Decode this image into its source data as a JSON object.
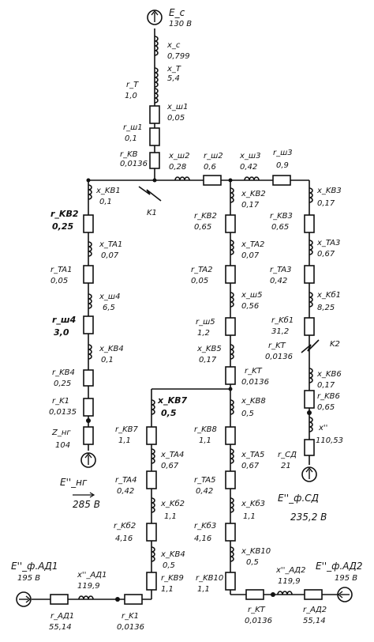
{
  "diagram": {
    "source_top": {
      "name": "E_c",
      "value": "130 B"
    },
    "labels": {
      "x_c": {
        "name": "x_c",
        "value": "0,799"
      },
      "x_t": {
        "name": "x_T",
        "value": "5,4"
      },
      "r_t": {
        "name": "r_T",
        "value": "1,0"
      },
      "x_sh1": {
        "name": "x_ш1",
        "value": "0,05"
      },
      "r_sh1": {
        "name": "r_ш1",
        "value": "0,1"
      },
      "r_kv3_top": {
        "name": "r_KB",
        "value": "0,0136"
      },
      "x_sh2": {
        "name": "x_ш2",
        "value": "0,28"
      },
      "r_sh2": {
        "name": "r_ш2",
        "value": "0,6"
      },
      "x_sh3": {
        "name": "x_ш3",
        "value": "0,42"
      },
      "r_sh3": {
        "name": "r_ш3",
        "value": "0,9"
      },
      "x_kv1": {
        "name": "x_KB1",
        "value": "0,1"
      },
      "k1": {
        "name": "K1",
        "value": ""
      },
      "r_kv2_left": {
        "name": "r_KB2",
        "value": "0,25"
      },
      "x_ta1": {
        "name": "x_TA1",
        "value": "0,07"
      },
      "r_ta1": {
        "name": "r_TA1",
        "value": "0,05"
      },
      "x_sh4": {
        "name": "x_ш4",
        "value": "6,5"
      },
      "r_sh4": {
        "name": "r_ш4",
        "value": "3,0"
      },
      "x_kv4": {
        "name": "x_KB4",
        "value": "0,1"
      },
      "r_kv4": {
        "name": "r_KB4",
        "value": "0,25"
      },
      "r_k1": {
        "name": "r_K1",
        "value": "0,0135"
      },
      "z_ng": {
        "name": "Z_нг",
        "value": "104"
      },
      "e_ng": {
        "name": "E''_нг",
        "value": "285 B"
      },
      "x_kv2_mid": {
        "name": "x_KB2",
        "value": "0,17"
      },
      "r_kv2_mid": {
        "name": "r_KB2",
        "value": "0,65"
      },
      "x_ta2": {
        "name": "x_TA2",
        "value": "0,07"
      },
      "r_ta2": {
        "name": "r_TA2",
        "value": "0,05"
      },
      "x_sh5": {
        "name": "x_ш5",
        "value": "0,56"
      },
      "r_sh5": {
        "name": "r_ш5",
        "value": "1,2"
      },
      "x_kv5": {
        "name": "x_KB5",
        "value": "0,17"
      },
      "r_kt_mid": {
        "name": "r_KT",
        "value": "0,0136"
      },
      "x_kv3": {
        "name": "x_KB3",
        "value": "0,17"
      },
      "r_kv3": {
        "name": "r_KB3",
        "value": "0,65"
      },
      "x_ta3": {
        "name": "x_TA3",
        "value": "0,67"
      },
      "r_ta3": {
        "name": "r_TA3",
        "value": "0,42"
      },
      "x_kb1": {
        "name": "x_Kб1",
        "value": "8,25"
      },
      "r_kb1": {
        "name": "r_Kб1",
        "value": "31,2"
      },
      "r_kt_right": {
        "name": "r_KT",
        "value": "0,0136"
      },
      "k2": {
        "name": "K2",
        "value": ""
      },
      "x_kv6": {
        "name": "x_KB6",
        "value": "0,17"
      },
      "r_kv6": {
        "name": "r_KB6",
        "value": "0,65"
      },
      "x_sd": {
        "name": "x''",
        "value": "110,53"
      },
      "r_sd": {
        "name": "r_СД",
        "value": "21"
      },
      "e_sd": {
        "name": "E''_ф.СД",
        "value": "235,2 B"
      },
      "x_kv7": {
        "name": "x_KB7",
        "value": "0,5"
      },
      "r_kv7": {
        "name": "r_KB7",
        "value": "1,1"
      },
      "x_ta4": {
        "name": "x_TA4",
        "value": "0,67"
      },
      "r_ta4": {
        "name": "r_TA4",
        "value": "0,42"
      },
      "x_kb2": {
        "name": "x_Kб2",
        "value": "1,1"
      },
      "r_kb2": {
        "name": "r_Kб2",
        "value": "4,16"
      },
      "x_kv4b": {
        "name": "x_KB4",
        "value": "0,5"
      },
      "r_kv9": {
        "name": "r_KB9",
        "value": "1,1"
      },
      "x_kv8": {
        "name": "x_KB8",
        "value": "0,5"
      },
      "r_kv8": {
        "name": "r_KB8",
        "value": "1,1"
      },
      "x_ta5": {
        "name": "x_TA5",
        "value": "0,67"
      },
      "r_ta5": {
        "name": "r_TA5",
        "value": "0,42"
      },
      "x_kb3": {
        "name": "x_Kб3",
        "value": "1,1"
      },
      "r_kb3": {
        "name": "r_Kб3",
        "value": "4,16"
      },
      "x_kv10": {
        "name": "x_KB10",
        "value": "0,5"
      },
      "r_kv10": {
        "name": "r_KB10",
        "value": "1,1"
      },
      "e_ad1": {
        "name": "E''_ф.АД1",
        "value": "195 B"
      },
      "x_ad1": {
        "name": "x''_АД1",
        "value": "119,9"
      },
      "r_ad1": {
        "name": "r_АД1",
        "value": "55,14"
      },
      "r_k1_bottom": {
        "name": "r_K1",
        "value": "0,0136"
      },
      "r_kt_bottom": {
        "name": "r_KT",
        "value": "0,0136"
      },
      "x_ad2": {
        "name": "x''_АД2",
        "value": "119,9"
      },
      "r_ad2": {
        "name": "r_АД2",
        "value": "55,14"
      },
      "e_ad2": {
        "name": "E''_ф.АД2",
        "value": "195 B"
      }
    }
  }
}
